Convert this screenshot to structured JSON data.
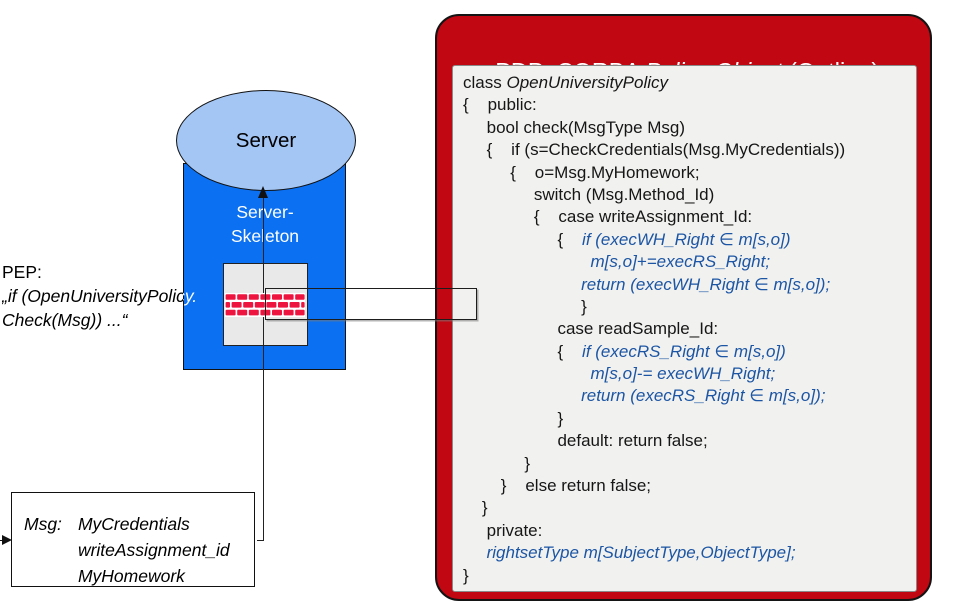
{
  "colors": {
    "pdp_red": "#c00712",
    "blue_rect": "#0b70f2",
    "ellipse_blue": "#a4c6f4",
    "code_blue": "#1c55a4",
    "brick_red": "#ee1440",
    "gray_box": "#e9e9e9",
    "code_bg": "#f1f1ef"
  },
  "server": {
    "label": "Server",
    "skeleton_line1": "Server-",
    "skeleton_line2": "Skeleton"
  },
  "pep": {
    "label": "PEP:",
    "quote_line1": "„if (OpenUniversityPolicy.",
    "quote_line2": "Check(Msg)) ...“"
  },
  "msg_box": {
    "label": "Msg:",
    "items": [
      "MyCredentials",
      "writeAssignment_id",
      "MyHomework"
    ]
  },
  "pdp": {
    "title_prefix": "PDP: CORBA ",
    "title_italic": "Policy Object",
    "title_suffix": " (Outline)",
    "code_lines": [
      [
        [
          "p",
          "class "
        ],
        [
          "i",
          "OpenUniversityPolicy"
        ]
      ],
      [
        [
          "p",
          "{    public:"
        ]
      ],
      [
        [
          "p",
          "     bool check(MsgType Msg)"
        ]
      ],
      [
        [
          "p",
          "     {    if (s=CheckCredentials(Msg.MyCredentials))"
        ]
      ],
      [
        [
          "p",
          "          {    o=Msg.MyHomework;"
        ]
      ],
      [
        [
          "p",
          "               switch (Msg.Method_Id)"
        ]
      ],
      [
        [
          "p",
          "               {    case writeAssignment_Id:"
        ]
      ],
      [
        [
          "p",
          "                    {    "
        ],
        [
          "b",
          "if (execWH_Right ∈ m[s,o])"
        ]
      ],
      [
        [
          "b",
          "                           m[s,o]+=execRS_Right;"
        ]
      ],
      [
        [
          "b",
          "                         return (execWH_Right ∈ m[s,o]);"
        ]
      ],
      [
        [
          "p",
          "                         }"
        ]
      ],
      [
        [
          "p",
          "                    case readSample_Id:"
        ]
      ],
      [
        [
          "p",
          "                    {    "
        ],
        [
          "b",
          "if (execRS_Right ∈ m[s,o])"
        ]
      ],
      [
        [
          "b",
          "                           m[s,o]-= execWH_Right;"
        ]
      ],
      [
        [
          "b",
          "                         return (execRS_Right ∈ m[s,o]);"
        ]
      ],
      [
        [
          "p",
          "                    }"
        ]
      ],
      [
        [
          "p",
          "                    default: return false;"
        ]
      ],
      [
        [
          "p",
          "             }"
        ]
      ],
      [
        [
          "p",
          "        }    else return false;"
        ]
      ],
      [
        [
          "p",
          "    }"
        ]
      ],
      [
        [
          "p",
          "     private:"
        ]
      ],
      [
        [
          "b",
          "     rightsetType m[SubjectType,ObjectType];"
        ]
      ],
      [
        [
          "p",
          "}"
        ]
      ]
    ]
  }
}
